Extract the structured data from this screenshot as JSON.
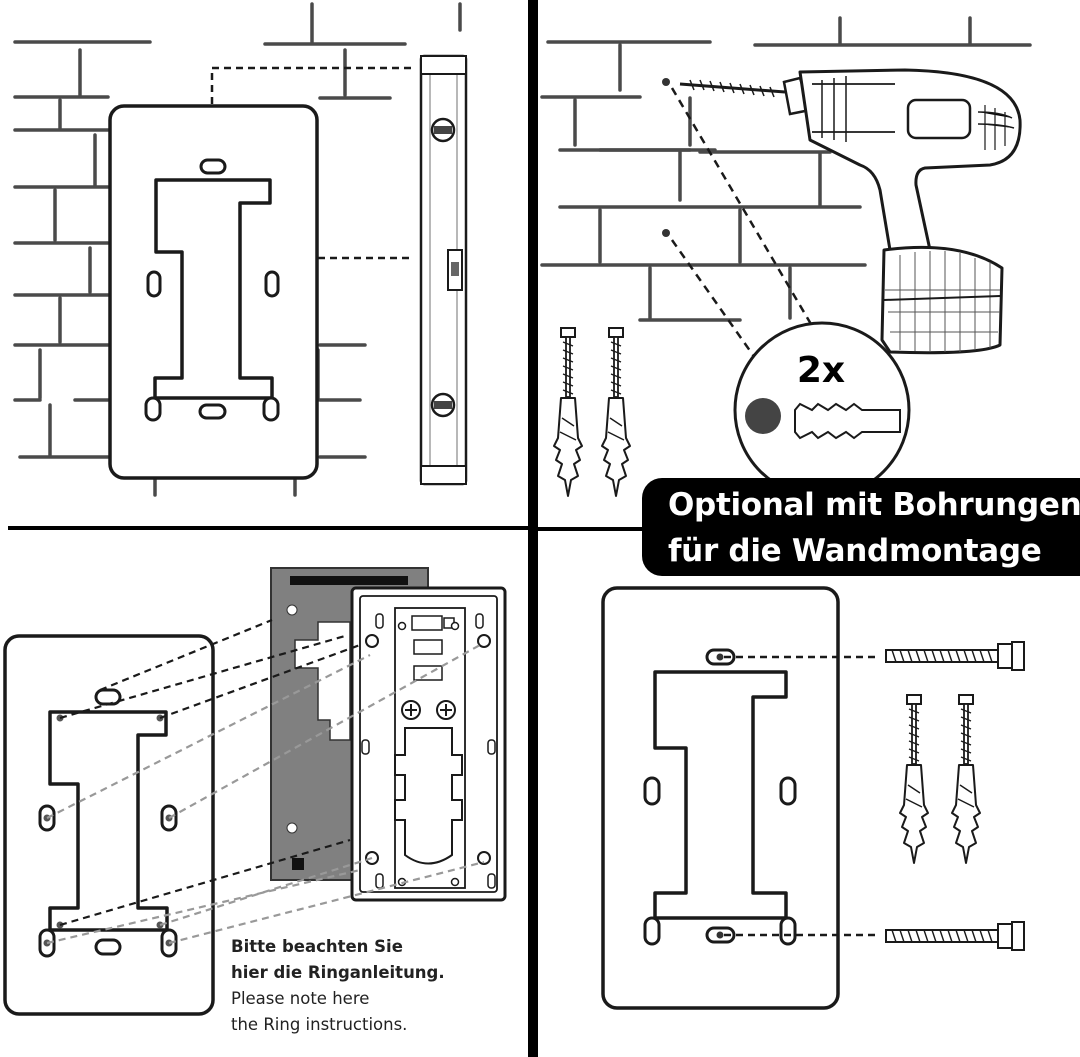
{
  "banner": {
    "line1": "Optional mit Bohrungen",
    "line2": "für die Wandmontage"
  },
  "badge": {
    "count": "2x"
  },
  "note": {
    "de_line1": "Bitte beachten Sie",
    "de_line2": "hier die Ringanleitung.",
    "en_line1": "Please note here",
    "en_line2": "the Ring instructions."
  },
  "colors": {
    "line": "#1a1a1a",
    "brick": "#4a4a4a",
    "plate_gray": "#808080",
    "dot_gray": "#444444",
    "banner_bg": "#000000",
    "banner_text": "#ffffff"
  }
}
